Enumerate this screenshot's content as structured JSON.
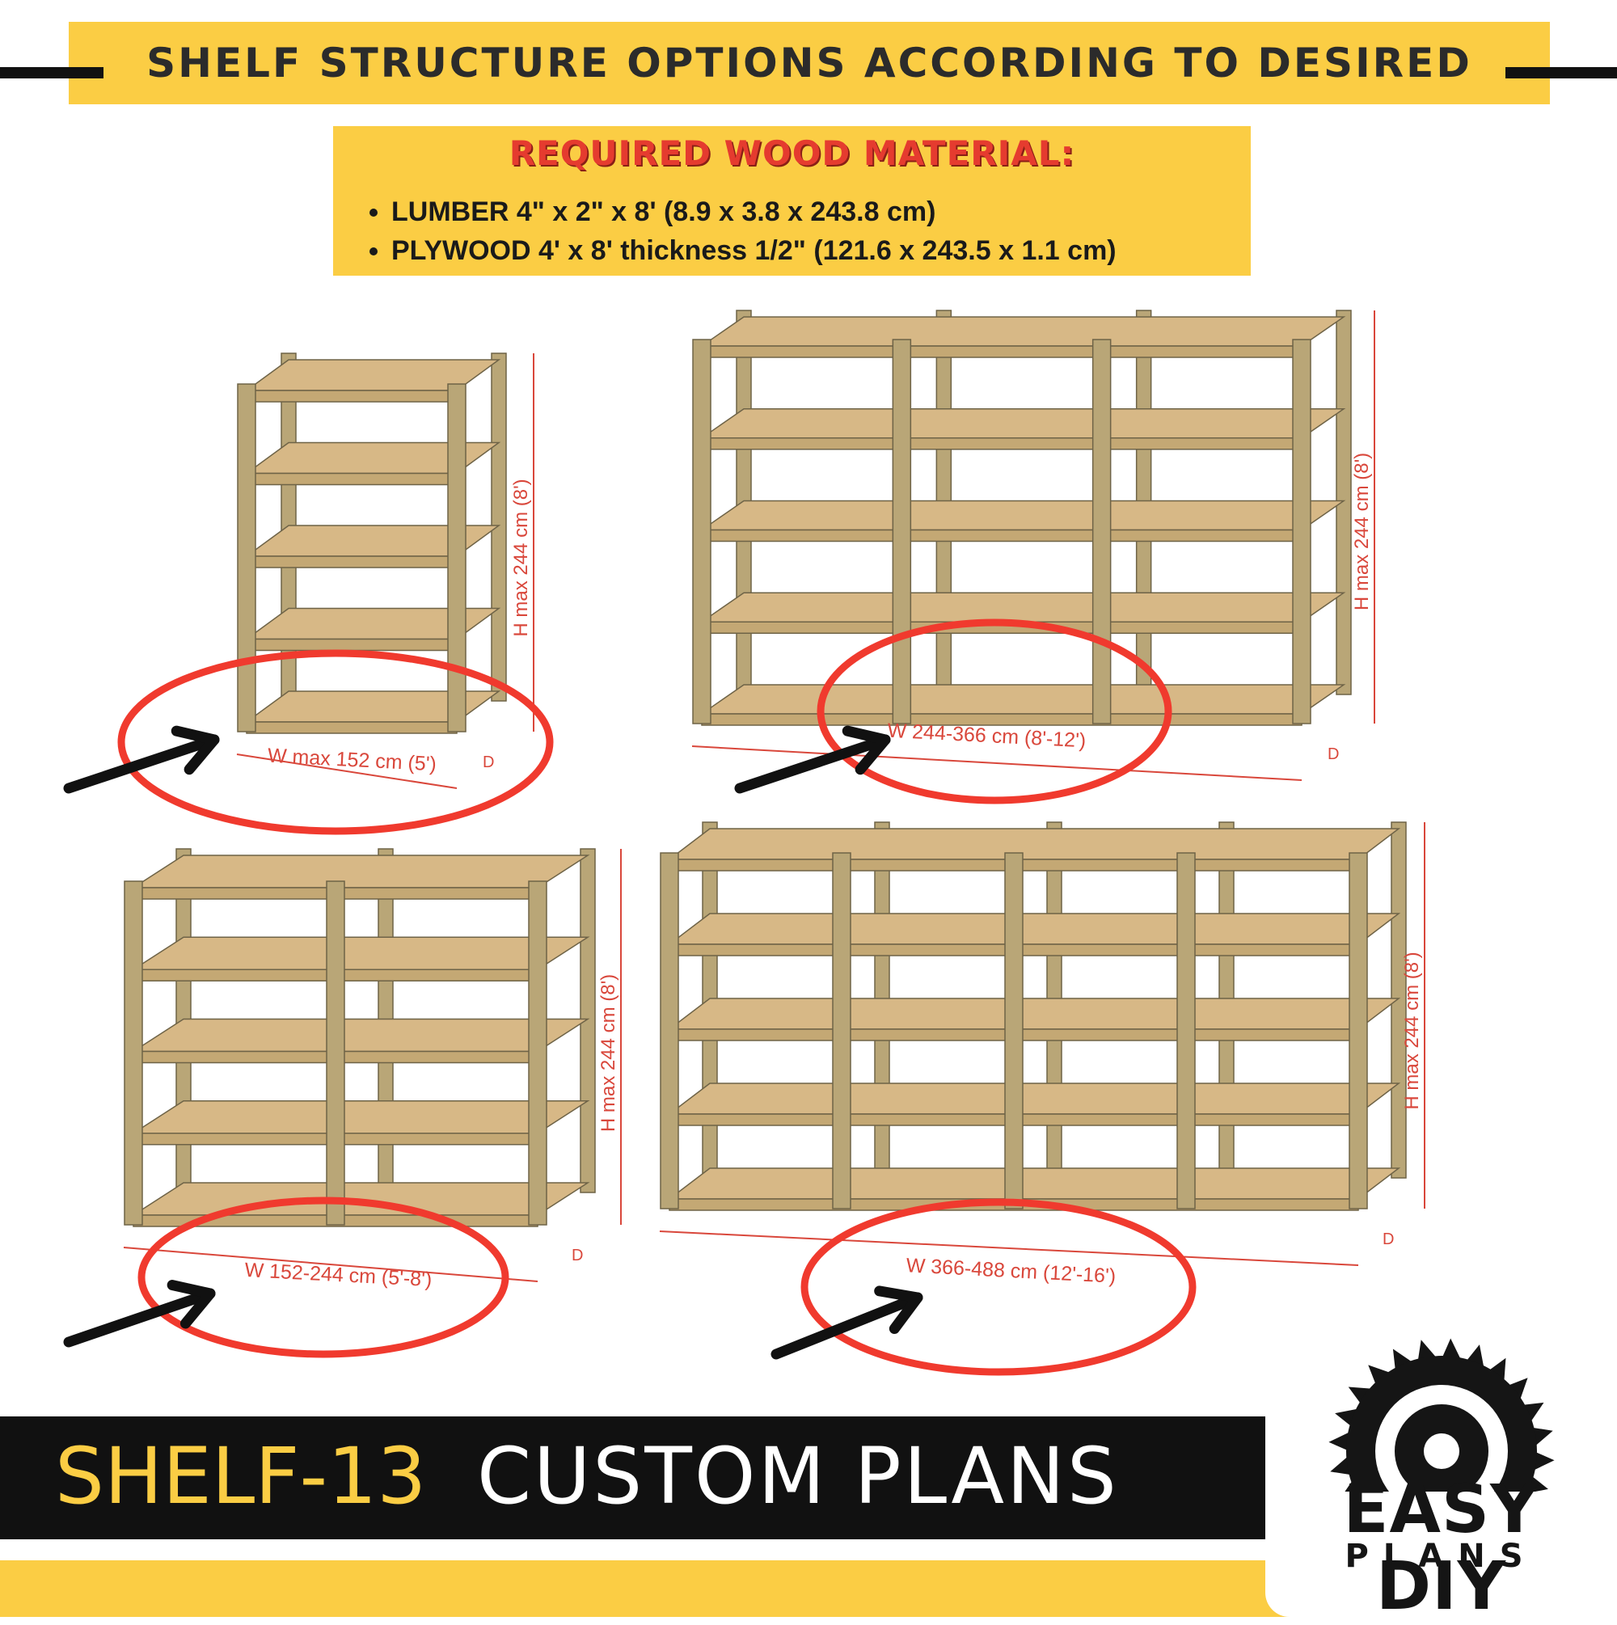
{
  "header": {
    "title": "SHELF STRUCTURE OPTIONS ACCORDING TO DESIRED WIDTH"
  },
  "materials": {
    "heading": "REQUIRED WOOD MATERIAL:",
    "items": [
      "LUMBER  4\" x 2\" x 8'  (8.9 x 3.8 x 243.8 cm)",
      "PLYWOOD  4' x 8' thickness 1/2\"  (121.6 x 243.5 x 1.1 cm)"
    ]
  },
  "diagrams": [
    {
      "id": "single",
      "bays": 1,
      "width_label": "W max 152 cm (5')",
      "height_label": "H max 244 cm (8')",
      "depth_label": "D"
    },
    {
      "id": "triple",
      "bays": 3,
      "width_label": "W 244-366 cm (8'-12')",
      "height_label": "H max 244 cm (8')",
      "depth_label": "D"
    },
    {
      "id": "double",
      "bays": 2,
      "width_label": "W 152-244 cm (5'-8')",
      "height_label": "H max 244 cm (8')",
      "depth_label": "D"
    },
    {
      "id": "quad",
      "bays": 4,
      "width_label": "W 366-488 cm (12'-16')",
      "height_label": "H max 244 cm (8')",
      "depth_label": "D"
    }
  ],
  "footer": {
    "code": "SHELF-13",
    "title": "CUSTOM  PLANS"
  },
  "logo": {
    "name": "EASY DIY",
    "sub": "PLANS",
    "icon": "saw-blade-icon"
  },
  "colors": {
    "accent": "#fbcd44",
    "wood": "#d7b886",
    "frame": "#b9a677",
    "dimension": "#d9473b",
    "highlight": "#f03a2e"
  }
}
